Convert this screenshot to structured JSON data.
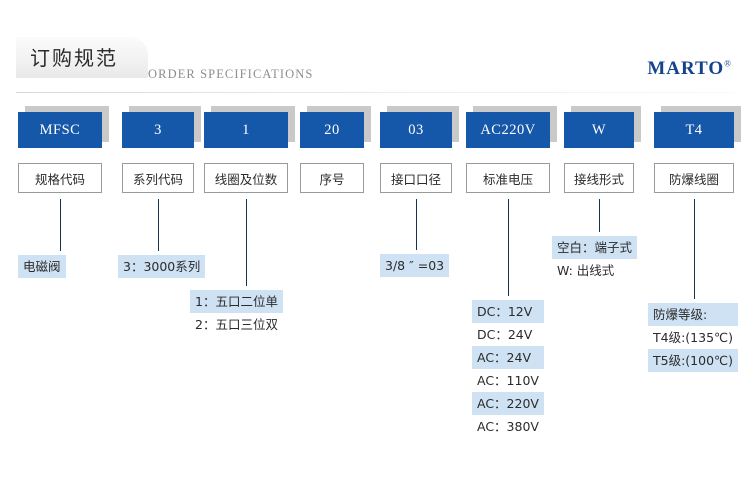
{
  "header": {
    "title_cn": "订购规范",
    "title_en": "ORDER SPECIFICATIONS",
    "brand": "MARTO",
    "brand_mark": "®",
    "brand_color": "#14438c"
  },
  "theme": {
    "code_box_color": "#1557a8",
    "code_box_shadow": "#c9c9c9",
    "highlight_color": "#cfe2f3",
    "connector_color": "#17324d"
  },
  "columns": [
    {
      "code": "MFSC",
      "label": "规格代码",
      "details": [
        {
          "text": "电磁阀",
          "highlight": true
        }
      ]
    },
    {
      "code": "3",
      "label": "系列代码",
      "details": [
        {
          "text": "3：3000系列",
          "highlight": true
        }
      ]
    },
    {
      "code": "1",
      "label": "线圈及位数",
      "details": [
        {
          "text": "1：五口二位单",
          "highlight": true
        },
        {
          "text": "2：五口三位双",
          "highlight": false
        }
      ]
    },
    {
      "code": "20",
      "label": "序号",
      "details": []
    },
    {
      "code": "03",
      "label": "接口口径",
      "details": [
        {
          "text": "3/8 ″ =03",
          "highlight": true
        }
      ]
    },
    {
      "code": "AC220V",
      "label": "标准电压",
      "details": [
        {
          "text": "DC：12V",
          "highlight": true
        },
        {
          "text": "DC：24V",
          "highlight": false
        },
        {
          "text": "AC：24V",
          "highlight": true
        },
        {
          "text": "AC：110V",
          "highlight": false
        },
        {
          "text": "AC：220V",
          "highlight": true
        },
        {
          "text": "AC：380V",
          "highlight": false
        }
      ]
    },
    {
      "code": "W",
      "label": "接线形式",
      "details": [
        {
          "text": "空白：端子式",
          "highlight": true
        },
        {
          "text": "W: 出线式",
          "highlight": false
        }
      ]
    },
    {
      "code": "T4",
      "label": "防爆线圈",
      "details": [
        {
          "text": "防爆等级:",
          "highlight": true
        },
        {
          "text": "T4级:(135℃)",
          "highlight": false
        },
        {
          "text": "T5级:(100℃)",
          "highlight": true
        }
      ]
    }
  ]
}
